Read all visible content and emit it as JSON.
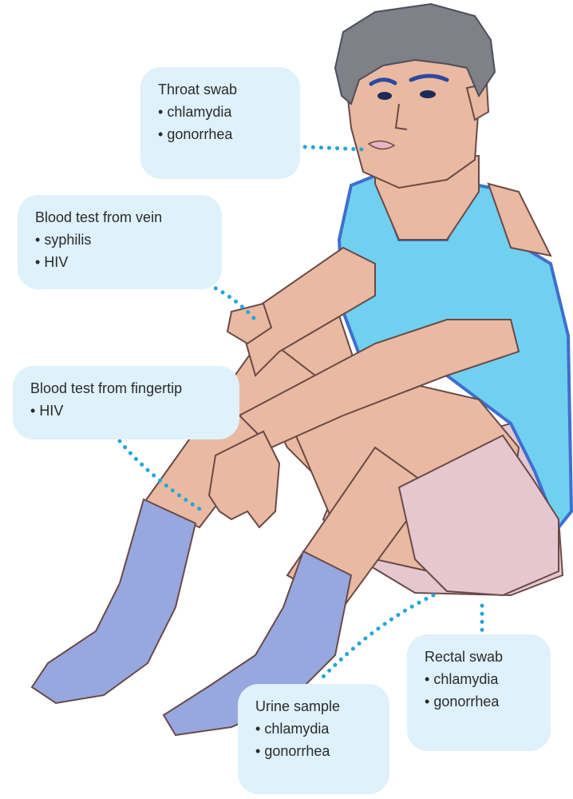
{
  "palette": {
    "skin": "#e9b9a1",
    "skin_shadow": "#c98b79",
    "hair": "#7f8088",
    "hair_dark": "#4d4f5a",
    "tank_top": "#6fd0f0",
    "tank_trim": "#3f6fcf",
    "shorts": "#e4c7cf",
    "socks": "#97a7df",
    "callout_bg": "#dff1fb",
    "connector": "#24a6d8",
    "line": "#6a4a48"
  },
  "callouts": {
    "throat": {
      "title": "Throat swab",
      "items": [
        "chlamydia",
        "gonorrhea"
      ]
    },
    "vein": {
      "title": "Blood test from vein",
      "items": [
        "syphilis",
        "HIV"
      ]
    },
    "finger": {
      "title": "Blood test from fingertip",
      "items": [
        "HIV"
      ]
    },
    "rectal": {
      "title": "Rectal swab",
      "items": [
        "chlamydia",
        "gonorrhea"
      ]
    },
    "urine": {
      "title": "Urine sample",
      "items": [
        "chlamydia",
        "gonorrhea"
      ]
    }
  }
}
